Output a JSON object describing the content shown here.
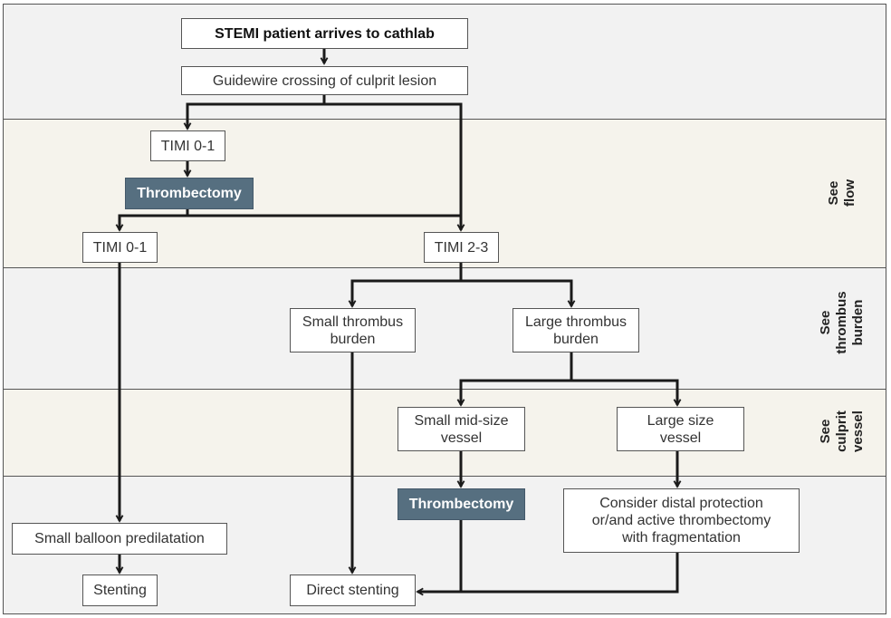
{
  "bands": {
    "flow_label": "See\nflow",
    "thrombus_label": "See\nthrombus\nburden",
    "vessel_label": "See\nculprit\nvessel"
  },
  "boxes": {
    "stemi": "STEMI patient arrives to cathlab",
    "guidewire": "Guidewire crossing of culprit lesion",
    "timi01_top": "TIMI 0-1",
    "thrombectomy_top": "Thrombectomy",
    "timi01_left": "TIMI 0-1",
    "timi23": "TIMI 2-3",
    "small_thrombus": "Small thrombus\nburden",
    "large_thrombus": "Large thrombus\nburden",
    "small_vessel": "Small mid-size\nvessel",
    "large_vessel": "Large size\nvessel",
    "thrombectomy_bottom": "Thrombectomy",
    "distal_protection": "Consider distal protection\nor/and active thrombectomy\nwith fragmentation",
    "balloon": "Small balloon predilatation",
    "stenting": "Stenting",
    "direct_stenting": "Direct stenting"
  },
  "colors": {
    "thrombectomy_fill": "#566f80",
    "band_grey": "#f2f2f2",
    "band_beige": "#f5f3ec",
    "line": "#1a1a1a"
  }
}
